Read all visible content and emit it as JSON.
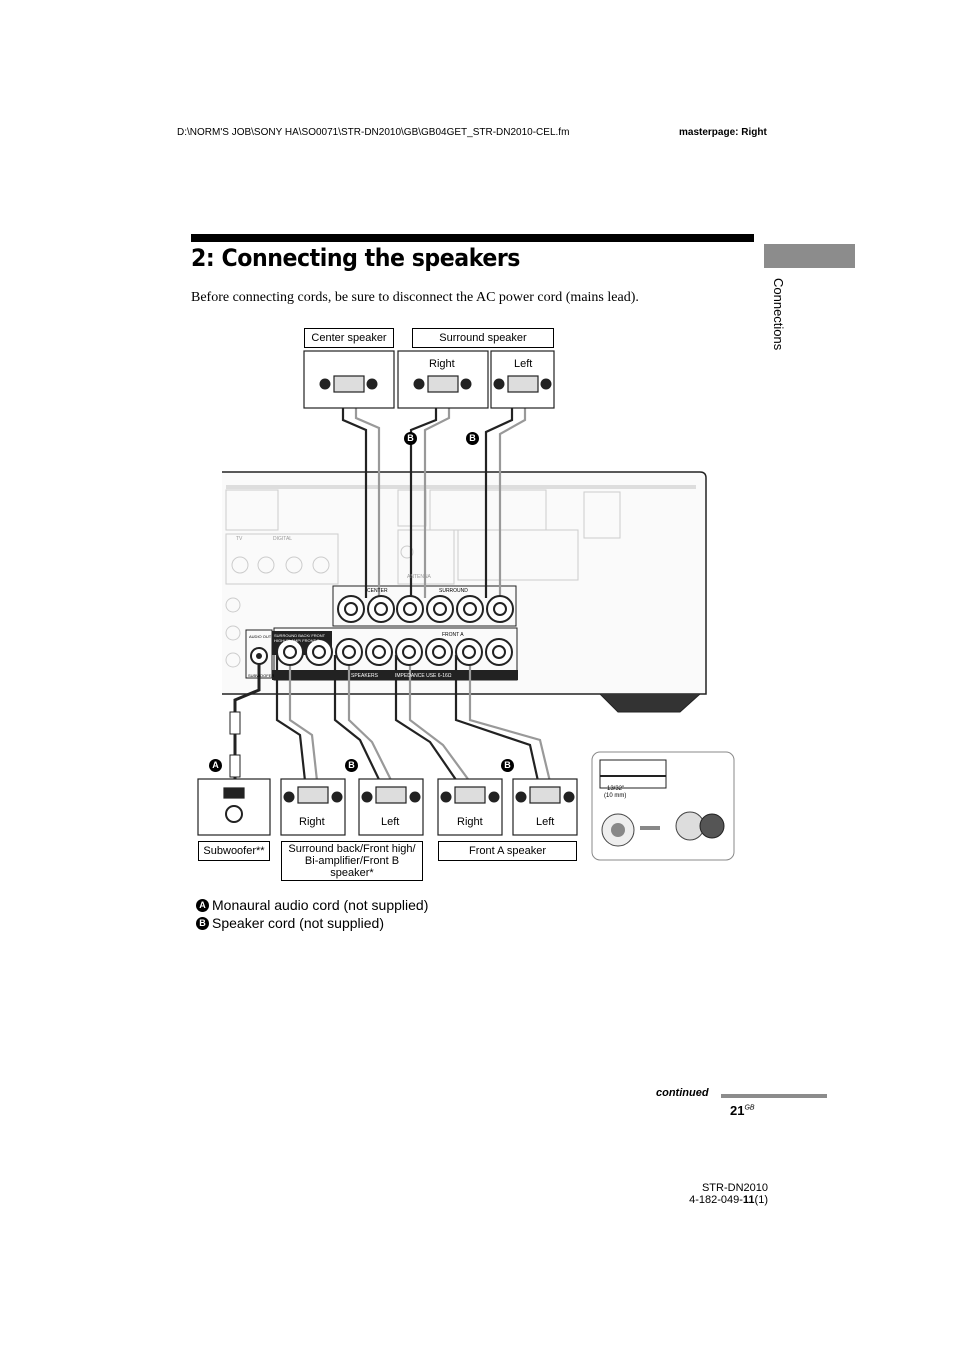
{
  "header": {
    "path": "D:\\NORM'S JOB\\SONY HA\\SO0071\\STR-DN2010\\GB\\GB04GET_STR-DN2010-CEL.fm",
    "masterpage": "masterpage: Right"
  },
  "section_tab": "Connections",
  "title": "2: Connecting the speakers",
  "intro": "Before connecting cords, be sure to disconnect the AC power cord (mains lead).",
  "diagram": {
    "top_labels": {
      "center": "Center speaker",
      "surround": "Surround speaker"
    },
    "top_speakers": {
      "right": "Right",
      "left": "Left"
    },
    "bottom_speakers": {
      "sb_right": "Right",
      "sb_left": "Left",
      "fa_right": "Right",
      "fa_left": "Left"
    },
    "bottom_labels": {
      "subwoofer": "Subwoofer**",
      "surround_back_1": "Surround back/Front high/",
      "surround_back_2": "Bi-amplifier/Front B",
      "surround_back_3": "speaker*",
      "front_a": "Front A speaker"
    },
    "markers": {
      "a": "A",
      "b": "B"
    },
    "strip": {
      "length": "13/32\"",
      "mm": "(10 mm)"
    },
    "panel": {
      "center": "CENTER",
      "surround": "SURROUND",
      "front_a": "FRONT A",
      "speakers": "SPEAKERS",
      "impedance": "IMPEDANCE USE 6-16Ω",
      "subwoofer": "SUBWOOFER",
      "audio_out": "AUDIO OUT",
      "sb_group": "SURROUND BACK/ FRONT HIGH/ BI-AMP/ FRONT B",
      "tv": "TV",
      "digital": "DIGITAL",
      "antenna": "ANTENNA",
      "plus": "+",
      "minus": "−"
    }
  },
  "legend": [
    {
      "marker": "A",
      "text": "Monaural audio cord (not supplied)"
    },
    {
      "marker": "B",
      "text": "Speaker cord (not supplied)"
    }
  ],
  "footer": {
    "continued": "continued",
    "page_number": "21",
    "page_suffix": "GB",
    "model": "STR-DN2010",
    "part_prefix": "4-182-049-",
    "part_bold": "11",
    "part_suffix": "(1)"
  }
}
